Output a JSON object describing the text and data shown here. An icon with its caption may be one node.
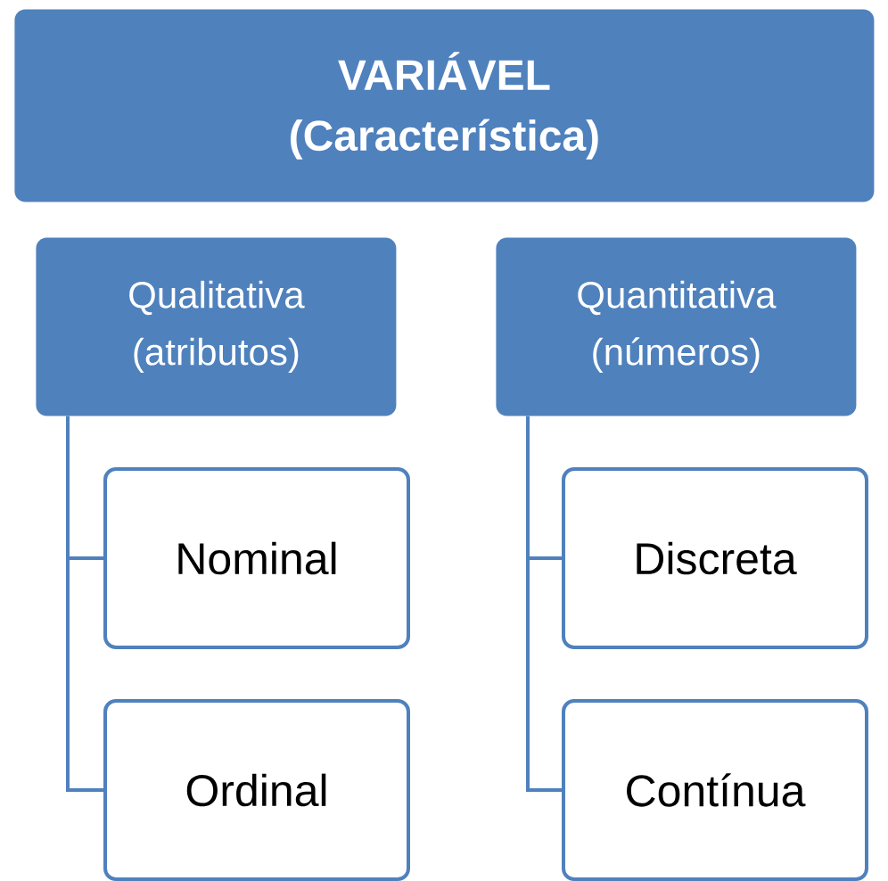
{
  "diagram": {
    "nodes": [
      {
        "text": [
          "VARIÁVEL (Característica)"
        ]
      },
      {
        "text": [
          "Qualitativa (atributos)"
        ]
      },
      {
        "text": [
          "Quantitativa (números)"
        ]
      },
      {
        "text": [
          "Nominal"
        ]
      },
      {
        "text": [
          "Ordinal"
        ]
      },
      {
        "text": [
          "Discreta"
        ]
      },
      {
        "text": [
          "Contínua"
        ]
      }
    ],
    "edges": [
      {
        "from": 1,
        "to": 3,
        "arrow": "none"
      },
      {
        "from": 1,
        "to": 4,
        "arrow": "none"
      },
      {
        "from": 2,
        "to": 5,
        "arrow": "none"
      },
      {
        "from": 2,
        "to": 6,
        "arrow": "none"
      }
    ]
  }
}
